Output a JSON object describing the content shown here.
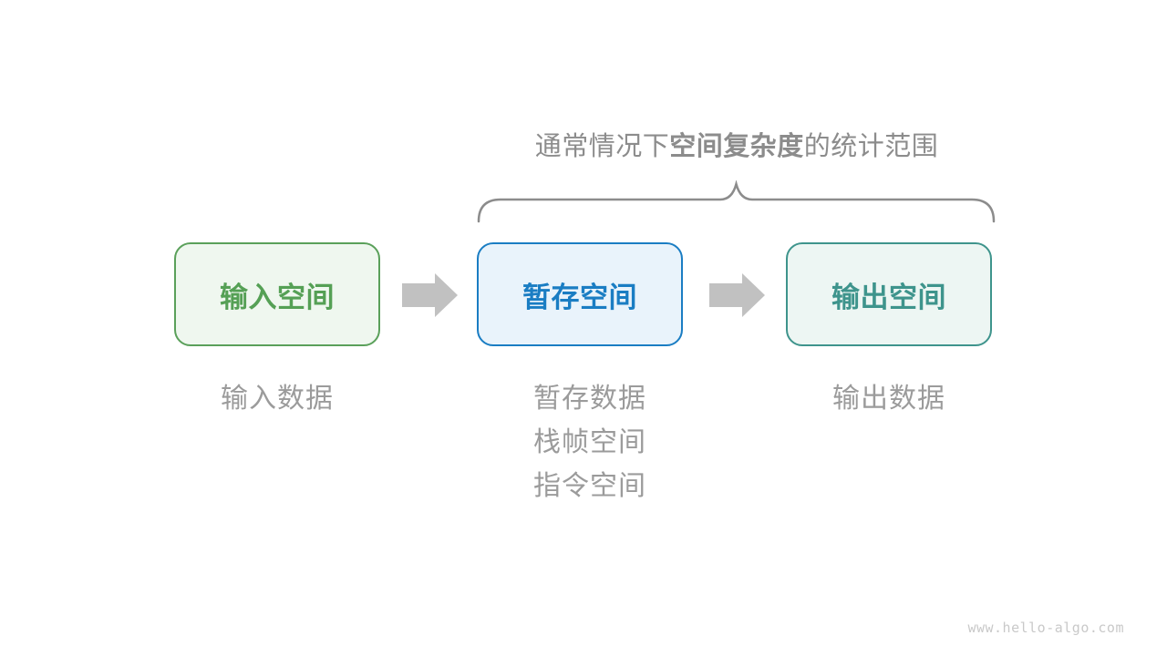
{
  "title": {
    "prefix": "通常情况下",
    "bold_term": "空间复杂度",
    "suffix": "的统计范围"
  },
  "boxes": [
    {
      "label": "输入空间",
      "border_color": "#5aa05a",
      "fill_color": "#eff7ef",
      "text_color": "#55a055"
    },
    {
      "label": "暂存空间",
      "border_color": "#1a7dc3",
      "fill_color": "#e9f3fb",
      "text_color": "#1a7dc3"
    },
    {
      "label": "输出空间",
      "border_color": "#3e948c",
      "fill_color": "#edf6f3",
      "text_color": "#3e948c"
    }
  ],
  "captions": {
    "input": "输入数据",
    "temp": [
      "暂存数据",
      "栈帧空间",
      "指令空间"
    ],
    "output": "输出数据"
  },
  "watermark": "www.hello-algo.com",
  "colors": {
    "background": "#ffffff",
    "title_text": "#8c8c8c",
    "caption_text": "#9b9b9b",
    "brace": "#8c8c8c",
    "arrow": "#c1c1c1",
    "watermark": "#c9c9c9"
  }
}
